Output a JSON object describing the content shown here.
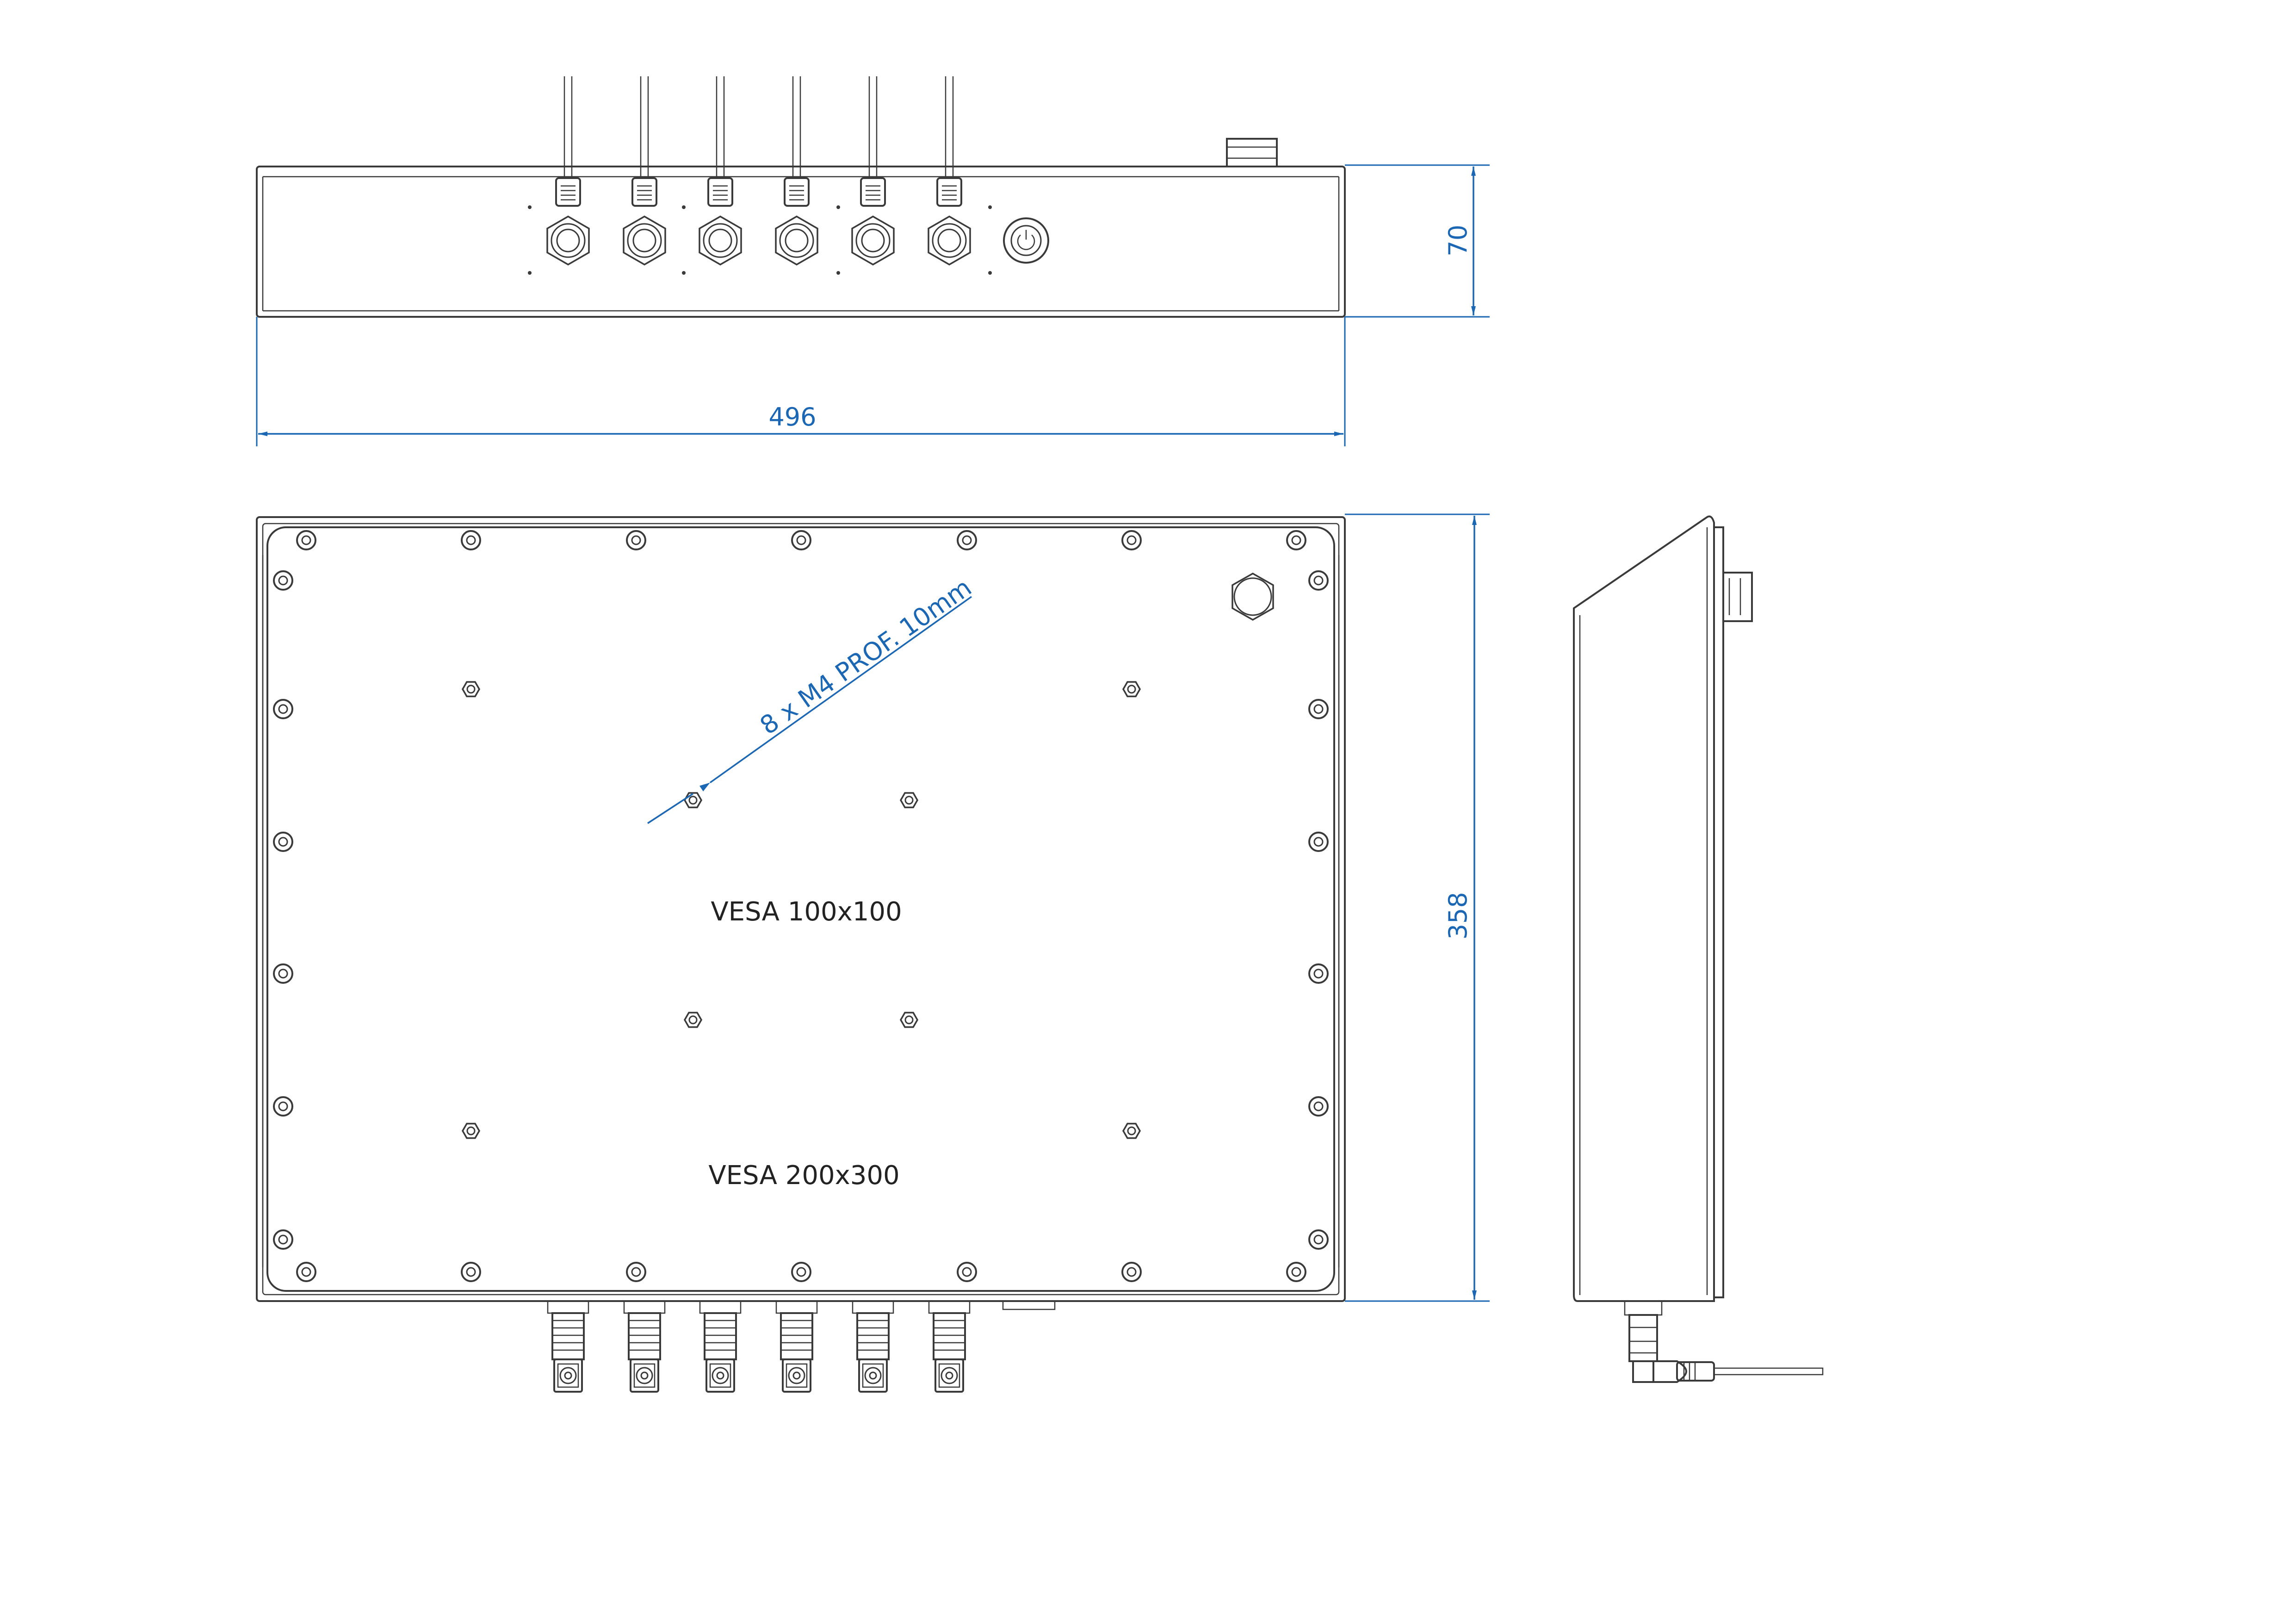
{
  "dimensions": {
    "top_width": "496",
    "top_height": "70",
    "front_height": "358"
  },
  "annotations": {
    "thread_label": "8 x M4   PROF. 10mm",
    "vesa_small": "VESA 100x100",
    "vesa_large": "VESA 200x300"
  },
  "colors": {
    "dimension": "#1b67b3",
    "outline": "#3a3a3a",
    "background": "#ffffff"
  },
  "icons": {
    "power_button": "power-icon",
    "connector": "m12-connector-icon"
  }
}
